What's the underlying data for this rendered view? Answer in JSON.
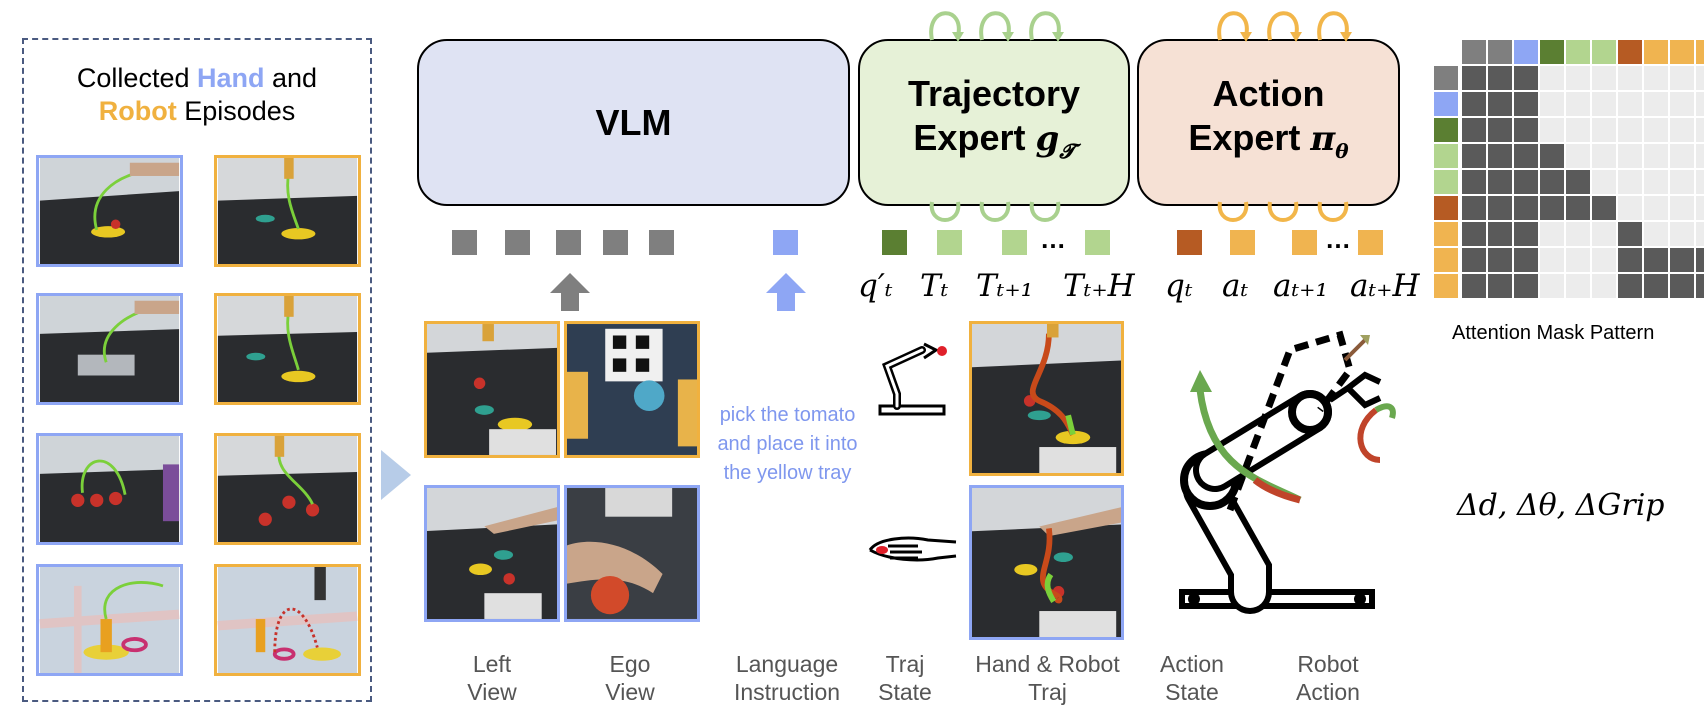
{
  "episodes": {
    "title_line1_pre": "Collected ",
    "title_hand": "Hand",
    "title_line1_post": " and",
    "title_robot": "Robot",
    "title_line2_post": " Episodes"
  },
  "blocks": {
    "vlm": "VLM",
    "traj_line1": "Trajectory",
    "traj_line2": "Expert ",
    "traj_symbol": "g",
    "traj_sub": "𝓣",
    "act_line1": "Action",
    "act_line2": "Expert ",
    "act_symbol": "π",
    "act_sub": "θ"
  },
  "tokens": {
    "traj": [
      "q′ₜ",
      "Tₜ",
      "Tₜ₊₁",
      "Tₜ₊H"
    ],
    "traj_ellipsis": "…",
    "act": [
      "qₜ",
      "aₜ",
      "aₜ₊₁",
      "aₜ₊H"
    ],
    "act_ellipsis": "…"
  },
  "instruction": [
    "pick the tomato",
    "and place it into",
    "the yellow tray"
  ],
  "labels": {
    "left_view": [
      "Left",
      "View"
    ],
    "ego_view": [
      "Ego",
      "View"
    ],
    "language": [
      "Language",
      "Instruction"
    ],
    "traj_state": [
      "Traj",
      "State"
    ],
    "hand_robot_traj": [
      "Hand & Robot",
      "Traj"
    ],
    "action_state": [
      "Action",
      "State"
    ],
    "robot_action": [
      "Robot",
      "Action"
    ]
  },
  "attention_mask": {
    "caption": "Attention Mask Pattern",
    "header_colors": [
      "#7f7f7f",
      "#7f7f7f",
      "#8ea6f4",
      "#5b7f32",
      "#b2d58f",
      "#b2d58f",
      "#b65b23",
      "#f0b450",
      "#f0b450",
      "#f0b450"
    ],
    "rows": [
      [
        1,
        1,
        1,
        0,
        0,
        0,
        0,
        0,
        0,
        0
      ],
      [
        1,
        1,
        1,
        0,
        0,
        0,
        0,
        0,
        0,
        0
      ],
      [
        1,
        1,
        1,
        0,
        0,
        0,
        0,
        0,
        0,
        0
      ],
      [
        1,
        1,
        1,
        1,
        0,
        0,
        0,
        0,
        0,
        0
      ],
      [
        1,
        1,
        1,
        1,
        1,
        0,
        0,
        0,
        0,
        0
      ],
      [
        1,
        1,
        1,
        1,
        1,
        1,
        0,
        0,
        0,
        0
      ],
      [
        1,
        1,
        1,
        0,
        0,
        0,
        1,
        0,
        0,
        0
      ],
      [
        1,
        1,
        1,
        0,
        0,
        0,
        1,
        1,
        1,
        1
      ],
      [
        1,
        1,
        1,
        0,
        0,
        0,
        1,
        1,
        1,
        1
      ]
    ]
  },
  "robot_action_math": "Δd, Δθ, ΔGrip",
  "colors": {
    "hand": "#8ea6f4",
    "robot": "#f0b13f",
    "vlm_token": "#7f7f7f",
    "lang_token": "#8ea6f4",
    "traj_state_token": "#5b7f32",
    "traj_token": "#b2d58f",
    "act_state_token": "#b65b23",
    "act_token": "#f0b450",
    "traj_loop": "#a9d18e",
    "act_loop": "#f2b64a"
  }
}
